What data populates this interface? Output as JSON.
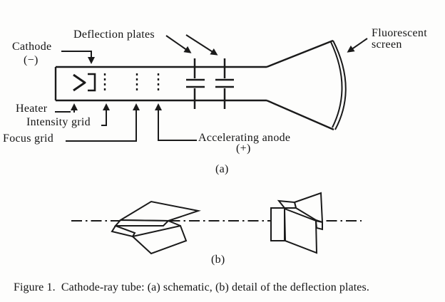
{
  "page": {
    "background": "#fdfdfc",
    "ink_color": "#1a1a1a"
  },
  "schematic": {
    "labels": {
      "deflection_plates": "Deflection plates",
      "cathode": "Cathode",
      "cathode_polarity": "(−)",
      "fluorescent_screen_line1": "Fluorescent",
      "fluorescent_screen_line2": "screen",
      "heater": "Heater",
      "intensity_grid": "Intensity grid",
      "focus_grid": "Focus grid",
      "accelerating_anode": "Accelerating anode",
      "anode_polarity": "(+)",
      "sublabel": "(a)"
    }
  },
  "detail": {
    "sublabel": "(b)"
  },
  "caption": "Figure 1.  Cathode-ray tube: (a) schematic, (b) detail of the deflection plates."
}
